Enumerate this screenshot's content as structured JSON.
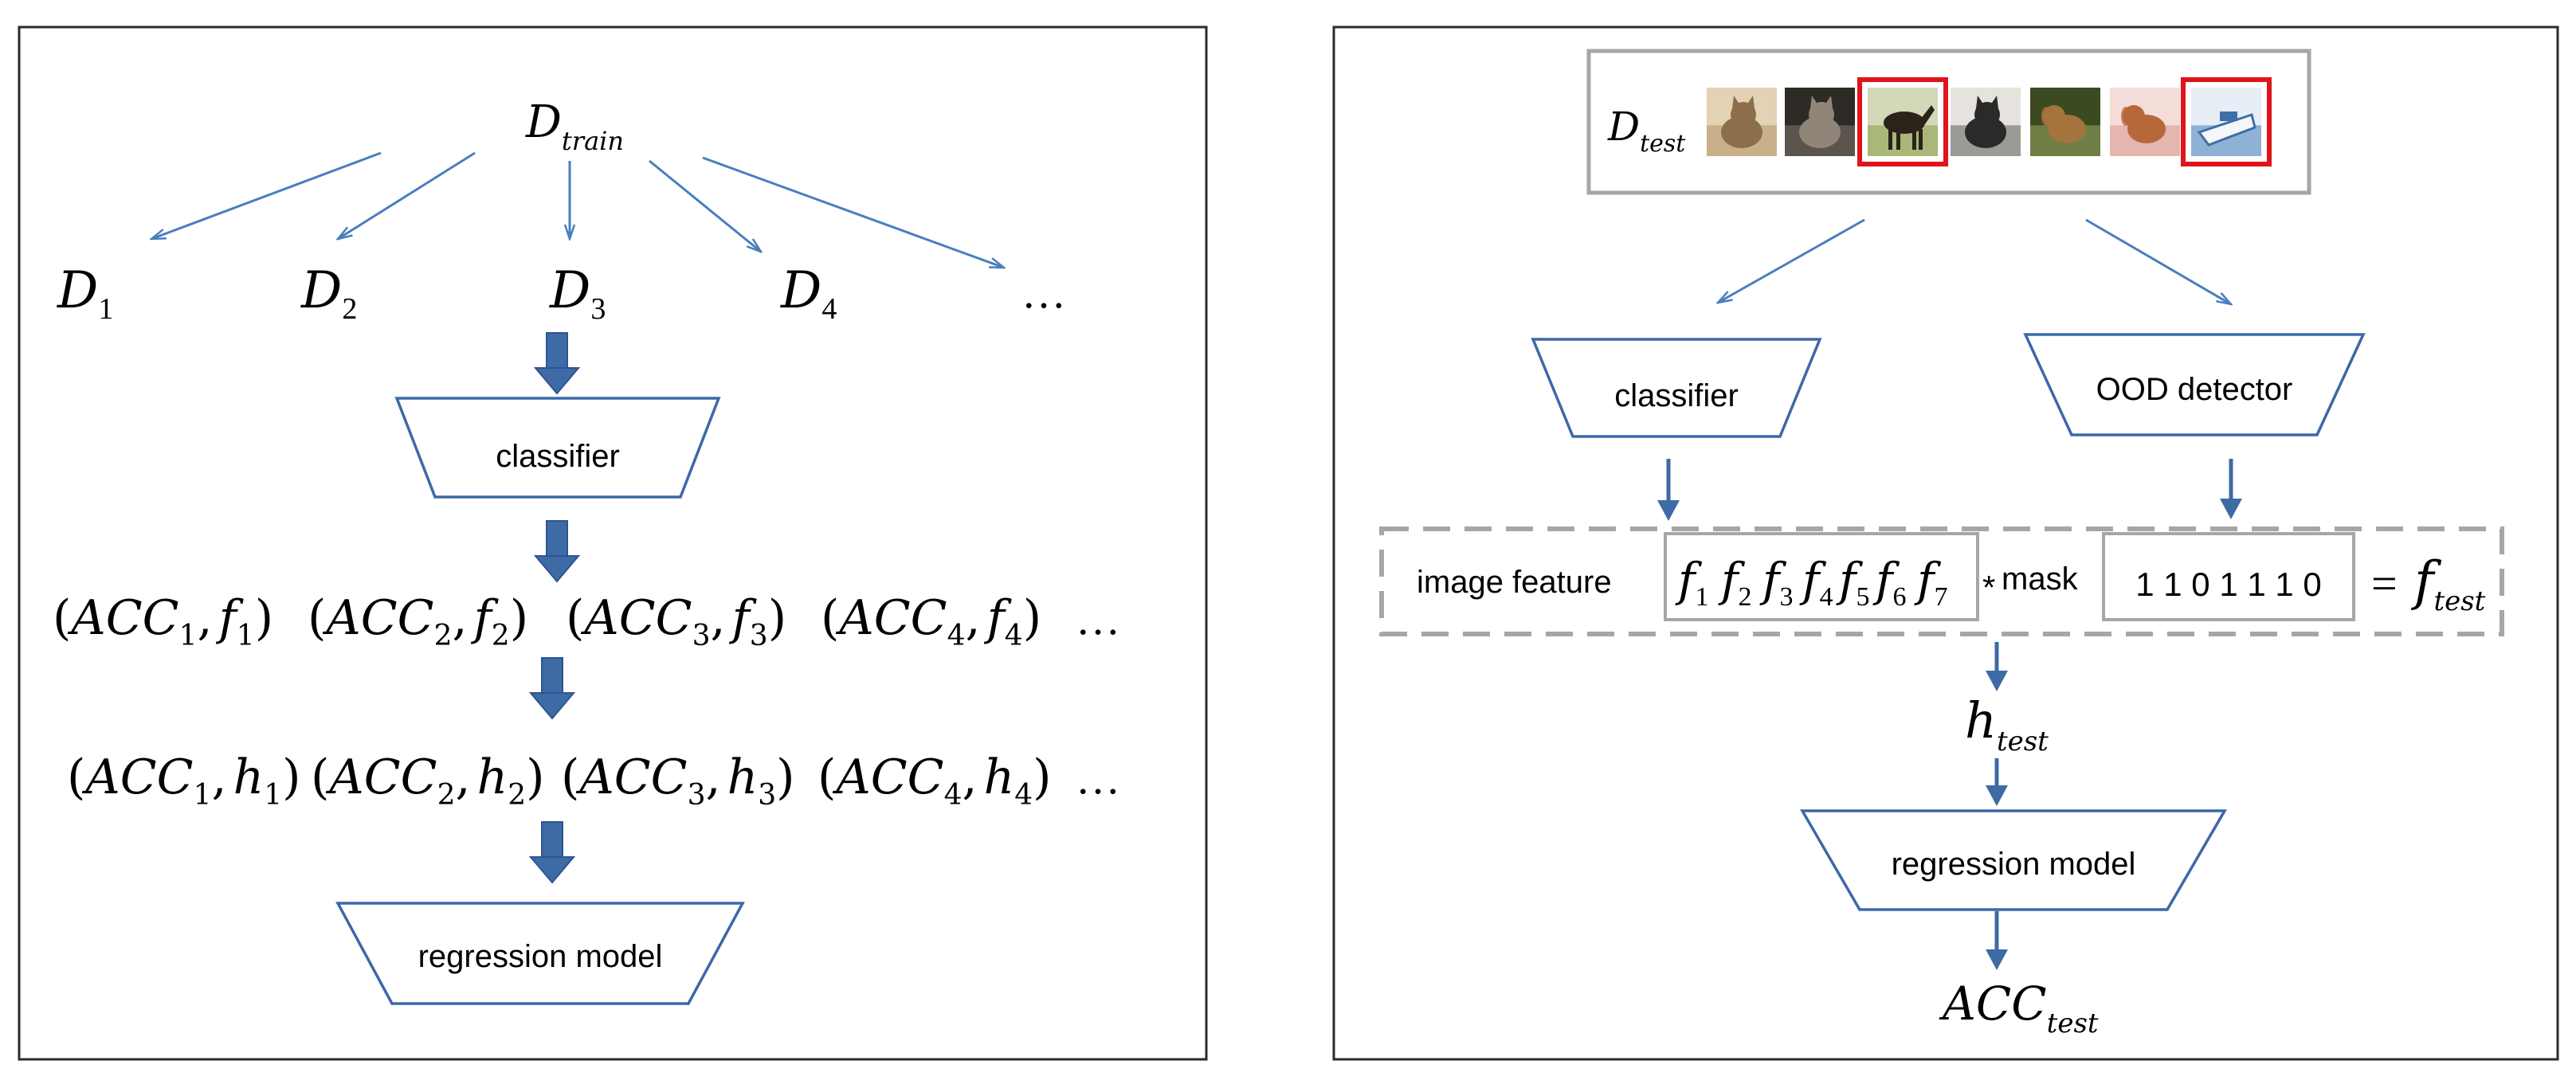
{
  "left_panel": {
    "source": {
      "base": "D",
      "sub": "train"
    },
    "splits": [
      {
        "base": "D",
        "sub": "1"
      },
      {
        "base": "D",
        "sub": "2"
      },
      {
        "base": "D",
        "sub": "3"
      },
      {
        "base": "D",
        "sub": "4"
      }
    ],
    "splits_more": "…",
    "classifier_label": "classifier",
    "pairs_f": [
      {
        "open": "(",
        "a": "ACC",
        "a_sub": "1",
        "comma": ",",
        "b": "f",
        "b_sub": "1",
        "close": ")"
      },
      {
        "open": "(",
        "a": "ACC",
        "a_sub": "2",
        "comma": ",",
        "b": "f",
        "b_sub": "2",
        "close": ")"
      },
      {
        "open": "(",
        "a": "ACC",
        "a_sub": "3",
        "comma": ",",
        "b": "f",
        "b_sub": "3",
        "close": ")"
      },
      {
        "open": "(",
        "a": "ACC",
        "a_sub": "4",
        "comma": ",",
        "b": "f",
        "b_sub": "4",
        "close": ")"
      }
    ],
    "pairs_f_more": "…",
    "pairs_h": [
      {
        "open": "(",
        "a": "ACC",
        "a_sub": "1",
        "comma": ",",
        "b": "h",
        "b_sub": "1",
        "close": ")"
      },
      {
        "open": "(",
        "a": "ACC",
        "a_sub": "2",
        "comma": ",",
        "b": "h",
        "b_sub": "2",
        "close": ")"
      },
      {
        "open": "(",
        "a": "ACC",
        "a_sub": "3",
        "comma": ",",
        "b": "h",
        "b_sub": "3",
        "close": ")"
      },
      {
        "open": "(",
        "a": "ACC",
        "a_sub": "4",
        "comma": ",",
        "b": "h",
        "b_sub": "4",
        "close": ")"
      }
    ],
    "pairs_h_more": "…",
    "regression_label": "regression model"
  },
  "right_panel": {
    "test_set": {
      "base": "D",
      "sub": "test"
    },
    "thumbnails": [
      {
        "icon": "cat-photo-icon",
        "ood": false,
        "colors": [
          "#c9b08a",
          "#8d6e4b",
          "#e3d2b3"
        ]
      },
      {
        "icon": "cat-photo-icon",
        "ood": false,
        "colors": [
          "#5a544d",
          "#8f8579",
          "#2e2a26"
        ]
      },
      {
        "icon": "horse-photo-icon",
        "ood": true,
        "colors": [
          "#a9b778",
          "#2b2219",
          "#d3d8b8"
        ]
      },
      {
        "icon": "cat-photo-icon",
        "ood": false,
        "colors": [
          "#9c9a97",
          "#2a2a2a",
          "#e6e3df"
        ]
      },
      {
        "icon": "dog-photo-icon",
        "ood": false,
        "colors": [
          "#6f7f45",
          "#a5733e",
          "#3c4a21"
        ]
      },
      {
        "icon": "dog-photo-icon",
        "ood": false,
        "colors": [
          "#e5b6b0",
          "#b7683a",
          "#f4ddd8"
        ]
      },
      {
        "icon": "ship-photo-icon",
        "ood": true,
        "colors": [
          "#8fb1d6",
          "#3f6ea8",
          "#e7eef6"
        ]
      }
    ],
    "ood_border_color": "#e0141b",
    "classifier_label": "classifier",
    "ood_label": "OOD detector",
    "image_feature_label": "image feature",
    "features": [
      {
        "base": "f",
        "sub": "1"
      },
      {
        "base": "f",
        "sub": "2"
      },
      {
        "base": "f",
        "sub": "3"
      },
      {
        "base": "f",
        "sub": "4"
      },
      {
        "base": "f",
        "sub": "5"
      },
      {
        "base": "f",
        "sub": "6"
      },
      {
        "base": "f",
        "sub": "7"
      }
    ],
    "times_symbol": "*",
    "mask_label": "mask",
    "mask_bits": "1 1 0 1 1 1 0",
    "equals": "=",
    "result": {
      "base": "f",
      "sub": "test"
    },
    "hidden": {
      "base": "h",
      "sub": "test"
    },
    "regression_label": "regression model",
    "output": {
      "base": "ACC",
      "sub": "test"
    }
  },
  "colors": {
    "arrow": "#4a7ebf",
    "block_arrow": "#3e6aa6",
    "shape_stroke": "#3d68a8",
    "panel_border": "#2b2b2b",
    "gray_box": "#a6a6a6"
  }
}
